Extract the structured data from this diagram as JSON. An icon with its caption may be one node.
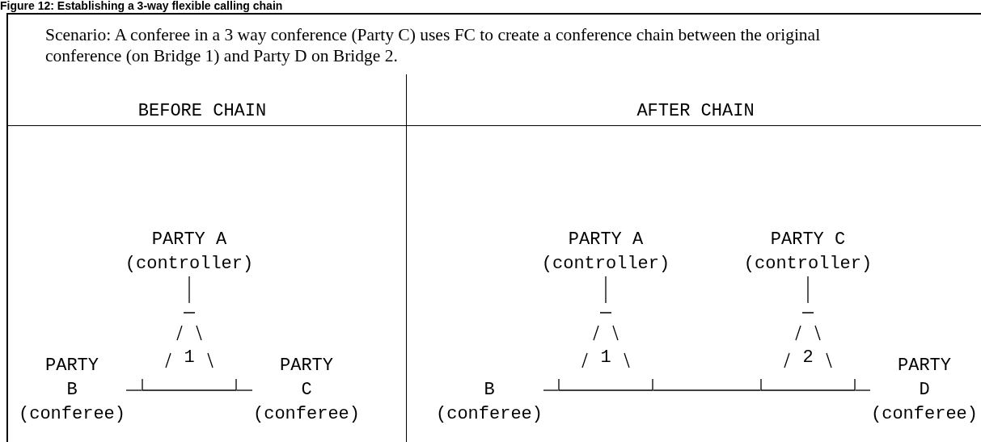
{
  "diagram": {
    "title": "Figure 12: Establishing a 3-way flexible calling chain",
    "nodes": [
      {
        "text": [
          "PARTY A",
          "(controller)"
        ]
      },
      {
        "text": [
          "1"
        ]
      },
      {
        "text": [
          "PARTY B",
          "(conferee)"
        ]
      },
      {
        "text": [
          "PARTY C",
          "(conferee)"
        ]
      },
      {
        "text": [
          "PARTY A",
          "(controller)"
        ]
      },
      {
        "text": [
          "1"
        ]
      },
      {
        "text": [
          "PARTY C",
          "(controller)"
        ]
      },
      {
        "text": [
          "2"
        ]
      },
      {
        "text": [
          "B",
          "(conferee)"
        ]
      },
      {
        "text": [
          "PARTY D",
          "(conferee)"
        ]
      }
    ],
    "edges": [
      {
        "from": 0,
        "to": 1,
        "arrow": "none"
      },
      {
        "from": 2,
        "to": 1,
        "arrow": "none"
      },
      {
        "from": 1,
        "to": 3,
        "arrow": "none"
      },
      {
        "from": 4,
        "to": 5,
        "arrow": "none"
      },
      {
        "from": 8,
        "to": 5,
        "arrow": "none"
      },
      {
        "from": 5,
        "to": 7,
        "arrow": "none"
      },
      {
        "from": 6,
        "to": 7,
        "arrow": "none"
      },
      {
        "from": 7,
        "to": 9,
        "arrow": "none"
      }
    ],
    "labels": [
      "Scenario: A conferee in a 3 way conference (Party C) uses FC to create a conference chain between the original conference (on Bridge 1) and Party D on Bridge 2.",
      "BEFORE CHAIN",
      "AFTER CHAIN"
    ]
  }
}
